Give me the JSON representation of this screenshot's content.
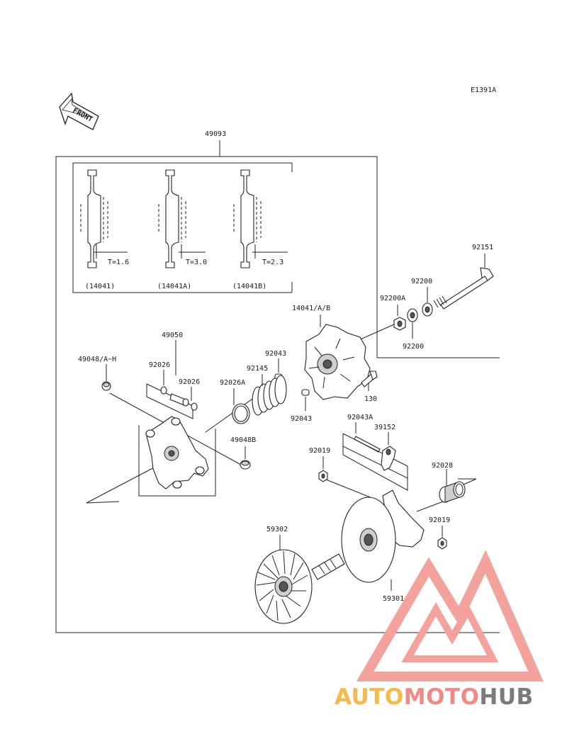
{
  "diagram_id": "E1391A",
  "front_label": "FRONT",
  "assembly_number": "49093",
  "inset": {
    "variants": [
      {
        "thickness": "T=1.6",
        "part": "(14041)"
      },
      {
        "thickness": "T=3.0",
        "part": "(14041A)"
      },
      {
        "thickness": "T=2.3",
        "part": "(14041B)"
      }
    ]
  },
  "labels": {
    "l_92151": "92151",
    "l_92200_top": "92200",
    "l_92200A": "92200A",
    "l_92200_bottom": "92200",
    "l_14041AB": "14041/A/B",
    "l_49050": "49050",
    "l_49048AH": "49048/A~H",
    "l_92026_a": "92026",
    "l_92026_b": "92026",
    "l_92043_top": "92043",
    "l_92145": "92145",
    "l_92026A": "92026A",
    "l_130": "130",
    "l_92043_bottom": "92043",
    "l_49048B": "49048B",
    "l_92043A": "92043A",
    "l_39152": "39152",
    "l_92019_left": "92019",
    "l_92028": "92028",
    "l_92019_right": "92019",
    "l_59302": "59302",
    "l_59301": "59301"
  },
  "watermark": {
    "word_1": "AUTO",
    "word_2": "MOTO",
    "word_3": "HUB",
    "color_1": "#f5b94c",
    "color_2": "#f08a84",
    "color_3": "#7a7a7a",
    "logo_color": "#f3a29c"
  }
}
